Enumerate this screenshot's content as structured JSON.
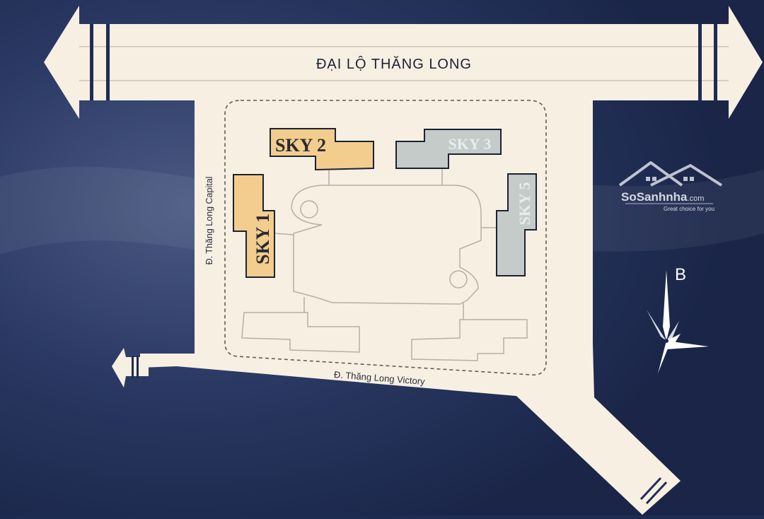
{
  "roads": {
    "main_avenue": "ĐẠI LỘ THĂNG LONG",
    "left_street": "Đ. Thăng Long Capital",
    "bottom_street": "Đ. Thăng Long Victory"
  },
  "towers": [
    {
      "name": "SKY 1",
      "status": "highlighted"
    },
    {
      "name": "SKY 2",
      "status": "highlighted"
    },
    {
      "name": "SKY 3",
      "status": "muted"
    },
    {
      "name": "SKY 5",
      "status": "muted"
    }
  ],
  "compass": {
    "direction_label": "B"
  },
  "watermark": {
    "brand": "SoSanhnha",
    "domain_suffix": ".com",
    "tagline": "Great choice for you"
  },
  "colors": {
    "background": "#1f2c52",
    "road": "#f7efe2",
    "highlight_tower": "#f2cd8e",
    "muted_tower": "#c4cbc8",
    "outline": "#1c2233"
  }
}
